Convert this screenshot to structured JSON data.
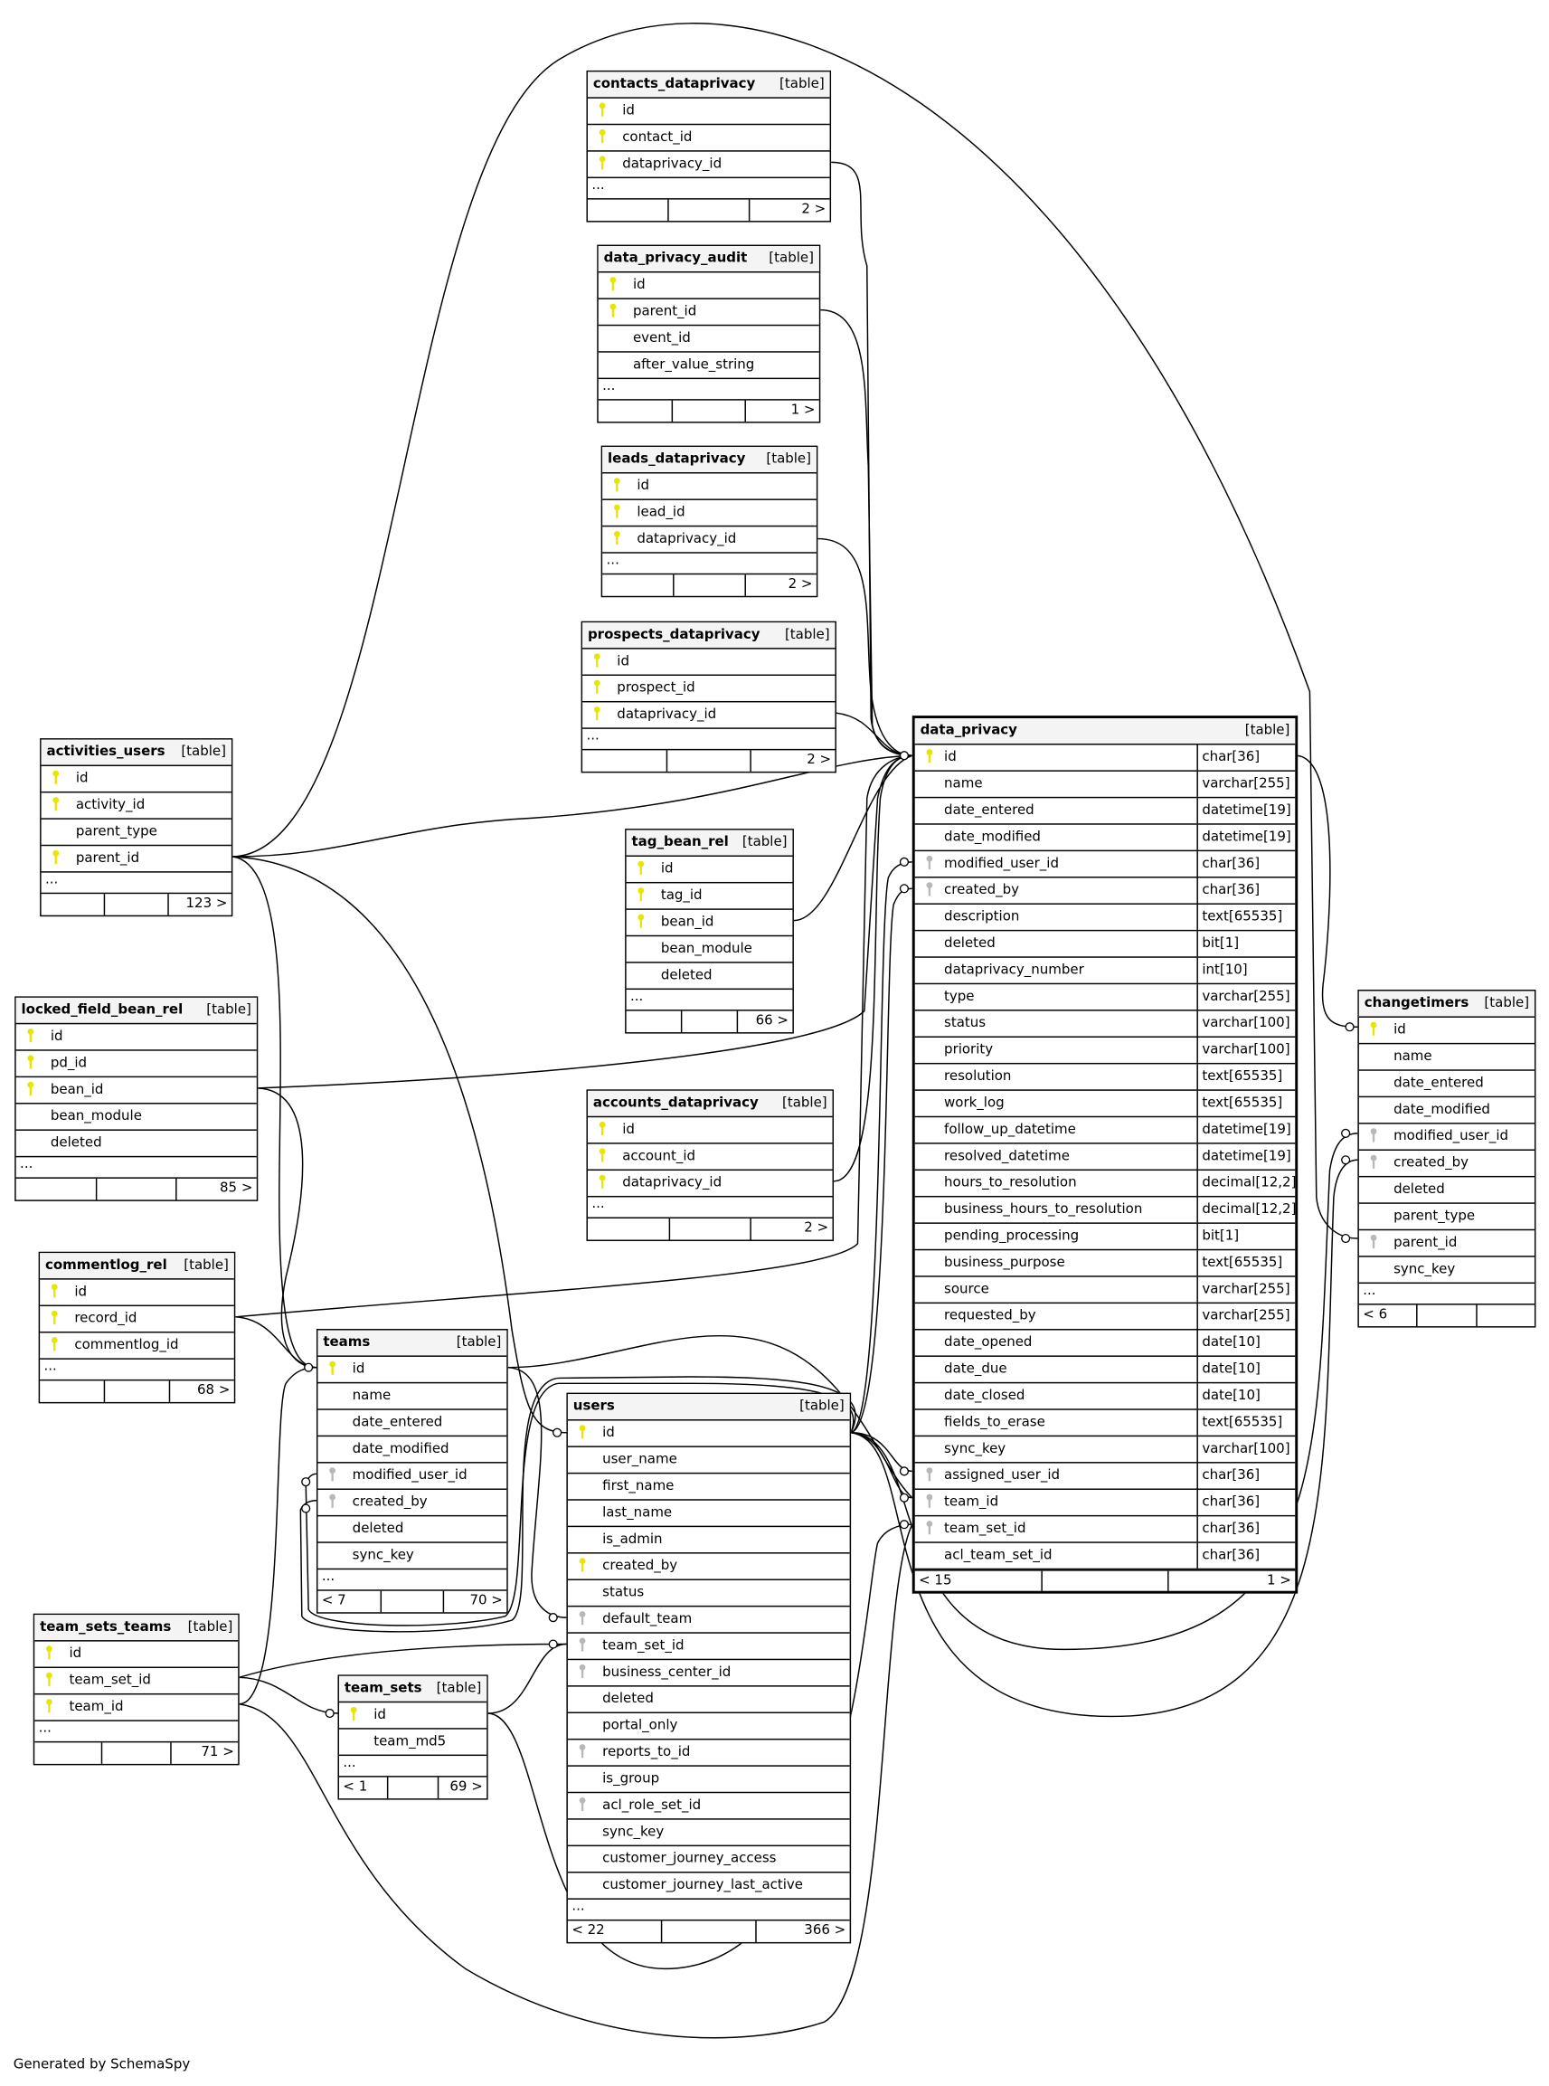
{
  "table_label": "[table]",
  "colors": {
    "primary_key": "#e6e600",
    "foreign_key": "#b8b8b8",
    "header_bg": "#f4f4f4"
  },
  "generated_by": "Generated by SchemaSpy",
  "tables": [
    {
      "name": "contacts_dataprivacy",
      "columns": [
        {
          "name": "id",
          "key": "pk"
        },
        {
          "name": "contact_id",
          "key": "pk"
        },
        {
          "name": "dataprivacy_id",
          "key": "pk"
        }
      ],
      "ellipsis": "...",
      "footer": [
        "",
        "",
        "2 >"
      ]
    },
    {
      "name": "data_privacy_audit",
      "columns": [
        {
          "name": "id",
          "key": "pk"
        },
        {
          "name": "parent_id",
          "key": "pk"
        },
        {
          "name": "event_id"
        },
        {
          "name": "after_value_string"
        }
      ],
      "ellipsis": "...",
      "footer": [
        "",
        "",
        "1 >"
      ]
    },
    {
      "name": "leads_dataprivacy",
      "columns": [
        {
          "name": "id",
          "key": "pk"
        },
        {
          "name": "lead_id",
          "key": "pk"
        },
        {
          "name": "dataprivacy_id",
          "key": "pk"
        }
      ],
      "ellipsis": "...",
      "footer": [
        "",
        "",
        "2 >"
      ]
    },
    {
      "name": "prospects_dataprivacy",
      "columns": [
        {
          "name": "id",
          "key": "pk"
        },
        {
          "name": "prospect_id",
          "key": "pk"
        },
        {
          "name": "dataprivacy_id",
          "key": "pk"
        }
      ],
      "ellipsis": "...",
      "footer": [
        "",
        "",
        "2 >"
      ]
    },
    {
      "name": "activities_users",
      "columns": [
        {
          "name": "id",
          "key": "pk"
        },
        {
          "name": "activity_id",
          "key": "pk"
        },
        {
          "name": "parent_type"
        },
        {
          "name": "parent_id",
          "key": "pk"
        }
      ],
      "ellipsis": "...",
      "footer": [
        "",
        "",
        "123 >"
      ]
    },
    {
      "name": "tag_bean_rel",
      "columns": [
        {
          "name": "id",
          "key": "pk"
        },
        {
          "name": "tag_id",
          "key": "pk"
        },
        {
          "name": "bean_id",
          "key": "pk"
        },
        {
          "name": "bean_module"
        },
        {
          "name": "deleted"
        }
      ],
      "ellipsis": "...",
      "footer": [
        "",
        "",
        "66 >"
      ]
    },
    {
      "name": "locked_field_bean_rel",
      "columns": [
        {
          "name": "id",
          "key": "pk"
        },
        {
          "name": "pd_id",
          "key": "pk"
        },
        {
          "name": "bean_id",
          "key": "pk"
        },
        {
          "name": "bean_module"
        },
        {
          "name": "deleted"
        }
      ],
      "ellipsis": "...",
      "footer": [
        "",
        "",
        "85 >"
      ]
    },
    {
      "name": "accounts_dataprivacy",
      "columns": [
        {
          "name": "id",
          "key": "pk"
        },
        {
          "name": "account_id",
          "key": "pk"
        },
        {
          "name": "dataprivacy_id",
          "key": "pk"
        }
      ],
      "ellipsis": "...",
      "footer": [
        "",
        "",
        "2 >"
      ]
    },
    {
      "name": "commentlog_rel",
      "columns": [
        {
          "name": "id",
          "key": "pk"
        },
        {
          "name": "record_id",
          "key": "pk"
        },
        {
          "name": "commentlog_id",
          "key": "pk"
        }
      ],
      "ellipsis": "...",
      "footer": [
        "",
        "",
        "68 >"
      ]
    },
    {
      "name": "teams",
      "columns": [
        {
          "name": "id",
          "key": "pk"
        },
        {
          "name": "name"
        },
        {
          "name": "date_entered"
        },
        {
          "name": "date_modified"
        },
        {
          "name": "modified_user_id",
          "key": "fk"
        },
        {
          "name": "created_by",
          "key": "fk"
        },
        {
          "name": "deleted"
        },
        {
          "name": "sync_key"
        }
      ],
      "ellipsis": "...",
      "footer": [
        "< 7",
        "",
        "70 >"
      ]
    },
    {
      "name": "users",
      "columns": [
        {
          "name": "id",
          "key": "pk"
        },
        {
          "name": "user_name"
        },
        {
          "name": "first_name"
        },
        {
          "name": "last_name"
        },
        {
          "name": "is_admin"
        },
        {
          "name": "created_by",
          "key": "pk"
        },
        {
          "name": "status"
        },
        {
          "name": "default_team",
          "key": "fk"
        },
        {
          "name": "team_set_id",
          "key": "fk"
        },
        {
          "name": "business_center_id",
          "key": "fk"
        },
        {
          "name": "deleted"
        },
        {
          "name": "portal_only"
        },
        {
          "name": "reports_to_id",
          "key": "fk"
        },
        {
          "name": "is_group"
        },
        {
          "name": "acl_role_set_id",
          "key": "fk"
        },
        {
          "name": "sync_key"
        },
        {
          "name": "customer_journey_access"
        },
        {
          "name": "customer_journey_last_active"
        }
      ],
      "ellipsis": "...",
      "footer": [
        "< 22",
        "",
        "366 >"
      ]
    },
    {
      "name": "team_sets_teams",
      "columns": [
        {
          "name": "id",
          "key": "pk"
        },
        {
          "name": "team_set_id",
          "key": "pk"
        },
        {
          "name": "team_id",
          "key": "pk"
        }
      ],
      "ellipsis": "...",
      "footer": [
        "",
        "",
        "71 >"
      ]
    },
    {
      "name": "team_sets",
      "columns": [
        {
          "name": "id",
          "key": "pk"
        },
        {
          "name": "team_md5"
        }
      ],
      "ellipsis": "...",
      "footer": [
        "< 1",
        "",
        "69 >"
      ]
    },
    {
      "name": "data_privacy",
      "focus": true,
      "columns": [
        {
          "name": "id",
          "key": "pk",
          "type": "char[36]"
        },
        {
          "name": "name",
          "type": "varchar[255]"
        },
        {
          "name": "date_entered",
          "type": "datetime[19]"
        },
        {
          "name": "date_modified",
          "type": "datetime[19]"
        },
        {
          "name": "modified_user_id",
          "key": "fk",
          "type": "char[36]"
        },
        {
          "name": "created_by",
          "key": "fk",
          "type": "char[36]"
        },
        {
          "name": "description",
          "type": "text[65535]"
        },
        {
          "name": "deleted",
          "type": "bit[1]"
        },
        {
          "name": "dataprivacy_number",
          "type": "int[10]"
        },
        {
          "name": "type",
          "type": "varchar[255]"
        },
        {
          "name": "status",
          "type": "varchar[100]"
        },
        {
          "name": "priority",
          "type": "varchar[100]"
        },
        {
          "name": "resolution",
          "type": "text[65535]"
        },
        {
          "name": "work_log",
          "type": "text[65535]"
        },
        {
          "name": "follow_up_datetime",
          "type": "datetime[19]"
        },
        {
          "name": "resolved_datetime",
          "type": "datetime[19]"
        },
        {
          "name": "hours_to_resolution",
          "type": "decimal[12,2]"
        },
        {
          "name": "business_hours_to_resolution",
          "type": "decimal[12,2]"
        },
        {
          "name": "pending_processing",
          "type": "bit[1]"
        },
        {
          "name": "business_purpose",
          "type": "text[65535]"
        },
        {
          "name": "source",
          "type": "varchar[255]"
        },
        {
          "name": "requested_by",
          "type": "varchar[255]"
        },
        {
          "name": "date_opened",
          "type": "date[10]"
        },
        {
          "name": "date_due",
          "type": "date[10]"
        },
        {
          "name": "date_closed",
          "type": "date[10]"
        },
        {
          "name": "fields_to_erase",
          "type": "text[65535]"
        },
        {
          "name": "sync_key",
          "type": "varchar[100]"
        },
        {
          "name": "assigned_user_id",
          "key": "fk",
          "type": "char[36]"
        },
        {
          "name": "team_id",
          "key": "fk",
          "type": "char[36]"
        },
        {
          "name": "team_set_id",
          "key": "fk",
          "type": "char[36]"
        },
        {
          "name": "acl_team_set_id",
          "type": "char[36]"
        }
      ],
      "footer": [
        "< 15",
        "",
        "1 >"
      ]
    },
    {
      "name": "changetimers",
      "columns": [
        {
          "name": "id",
          "key": "pk"
        },
        {
          "name": "name"
        },
        {
          "name": "date_entered"
        },
        {
          "name": "date_modified"
        },
        {
          "name": "modified_user_id",
          "key": "fk"
        },
        {
          "name": "created_by",
          "key": "fk"
        },
        {
          "name": "deleted"
        },
        {
          "name": "parent_type"
        },
        {
          "name": "parent_id",
          "key": "fk"
        },
        {
          "name": "sync_key"
        }
      ],
      "ellipsis": "...",
      "footer": [
        "< 6",
        "",
        ""
      ]
    }
  ]
}
